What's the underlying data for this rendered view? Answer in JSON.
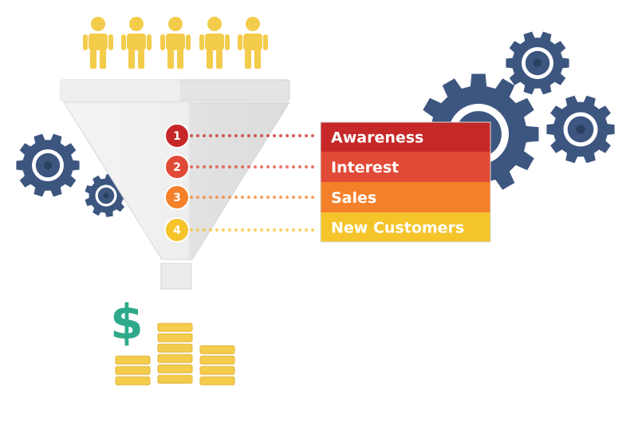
{
  "funnel": {
    "stages": [
      {
        "number": "1",
        "label": "Awareness",
        "color": "#c62828"
      },
      {
        "number": "2",
        "label": "Interest",
        "color": "#e04a36"
      },
      {
        "number": "3",
        "label": "Sales",
        "color": "#f4802a"
      },
      {
        "number": "4",
        "label": "New Customers",
        "color": "#f5c42b"
      }
    ]
  },
  "icons": {
    "people": "person-icon",
    "gears": "gear-icon",
    "money": "dollar-sign-icon",
    "coins": "coin-stack-icon"
  },
  "money": {
    "symbol": "$",
    "color": "#2eaa8a"
  },
  "colors": {
    "gear": "#3d5680",
    "gear_dark": "#2b3f61",
    "person": "#f4cc4c",
    "funnel": "#ebebeb",
    "coin": "#f4cc4c"
  }
}
